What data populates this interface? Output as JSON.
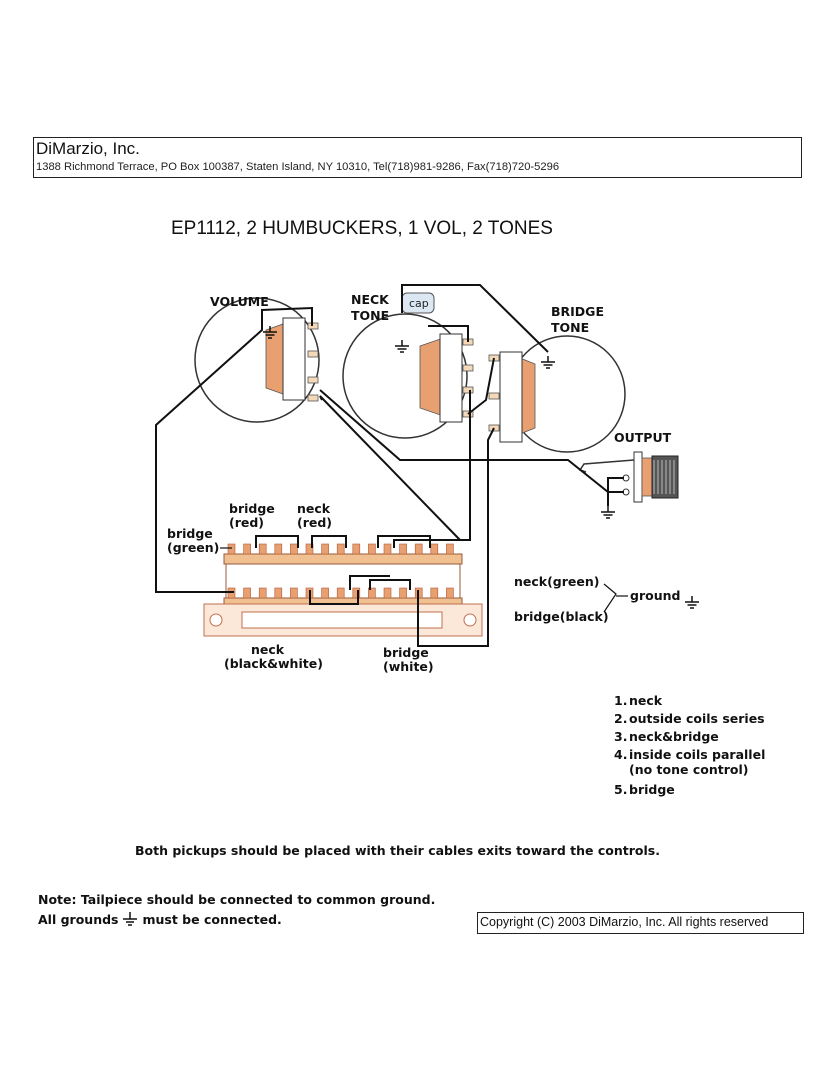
{
  "header": {
    "company": "DiMarzio, Inc.",
    "address": "1388 Richmond Terrace, PO Box 100387, Staten Island, NY 10310, Tel(718)981-9286, Fax(718)720-5296"
  },
  "title": "EP1112, 2 HUMBUCKERS, 1 VOL, 2 TONES",
  "pots": {
    "volume": "VOLUME",
    "neck_tone_1": "NECK",
    "neck_tone_2": "TONE",
    "cap": "cap",
    "bridge_tone_1": "BRIDGE",
    "bridge_tone_2": "TONE"
  },
  "output": "OUTPUT",
  "wire_labels": {
    "bridge_red_1": "bridge",
    "bridge_red_2": "(red)",
    "neck_red_1": "neck",
    "neck_red_2": "(red)",
    "bridge_green_1": "bridge",
    "bridge_green_2": "(green)",
    "neck_bw_1": "neck",
    "neck_bw_2": "(black&white)",
    "bridge_white_1": "bridge",
    "bridge_white_2": "(white)",
    "neck_green": "neck(green)",
    "bridge_black": "bridge(black)",
    "ground": "ground"
  },
  "positions": [
    {
      "num": "1.",
      "label": "neck"
    },
    {
      "num": "2.",
      "label": "outside coils series"
    },
    {
      "num": "3.",
      "label": "neck&bridge"
    },
    {
      "num": "4.",
      "label": "inside coils parallel",
      "sub": "(no tone control)"
    },
    {
      "num": "5.",
      "label": "bridge"
    }
  ],
  "notes": {
    "placement": "Both pickups should be placed with their cables exits toward the controls.",
    "tailpiece": "Note: Tailpiece should be connected to common ground.",
    "grounds_pre": "All grounds",
    "grounds_post": "must be connected."
  },
  "copyright": "Copyright (C) 2003 DiMarzio, Inc. All rights reserved",
  "colors": {
    "lug": "#e8a070",
    "switch_body": "#f0c090",
    "wire": "#111111"
  }
}
